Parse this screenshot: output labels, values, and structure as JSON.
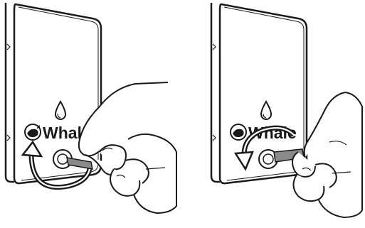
{
  "brand": {
    "name_left": "Whale",
    "name_right": "Whale"
  },
  "steps": [
    {
      "id": "left",
      "rotation": "clockwise",
      "description_icon": "clockwise-arrow-icon"
    },
    {
      "id": "right",
      "rotation": "counterclockwise",
      "description_icon": "counterclockwise-arrow-icon"
    }
  ],
  "colors": {
    "line": "#1a1a1a",
    "background": "#ffffff",
    "key_grey": "#8a8a8a"
  }
}
